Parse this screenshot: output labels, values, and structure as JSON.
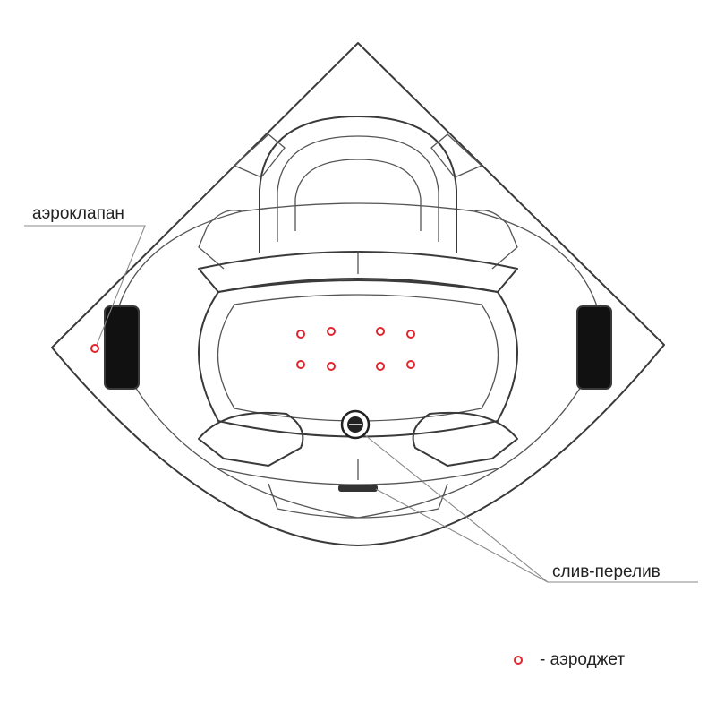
{
  "labels": {
    "air_valve": "аэроклапан",
    "drain_overflow": "слив-перелив",
    "legend": "- аэроджет"
  },
  "colors": {
    "outline": "#3a3a3a",
    "jet": "#e0262e",
    "leader": "#8a8a8a",
    "pillow": "#111111"
  },
  "icons": {
    "jet": "ring-icon",
    "drain": "drain-cap-icon"
  }
}
